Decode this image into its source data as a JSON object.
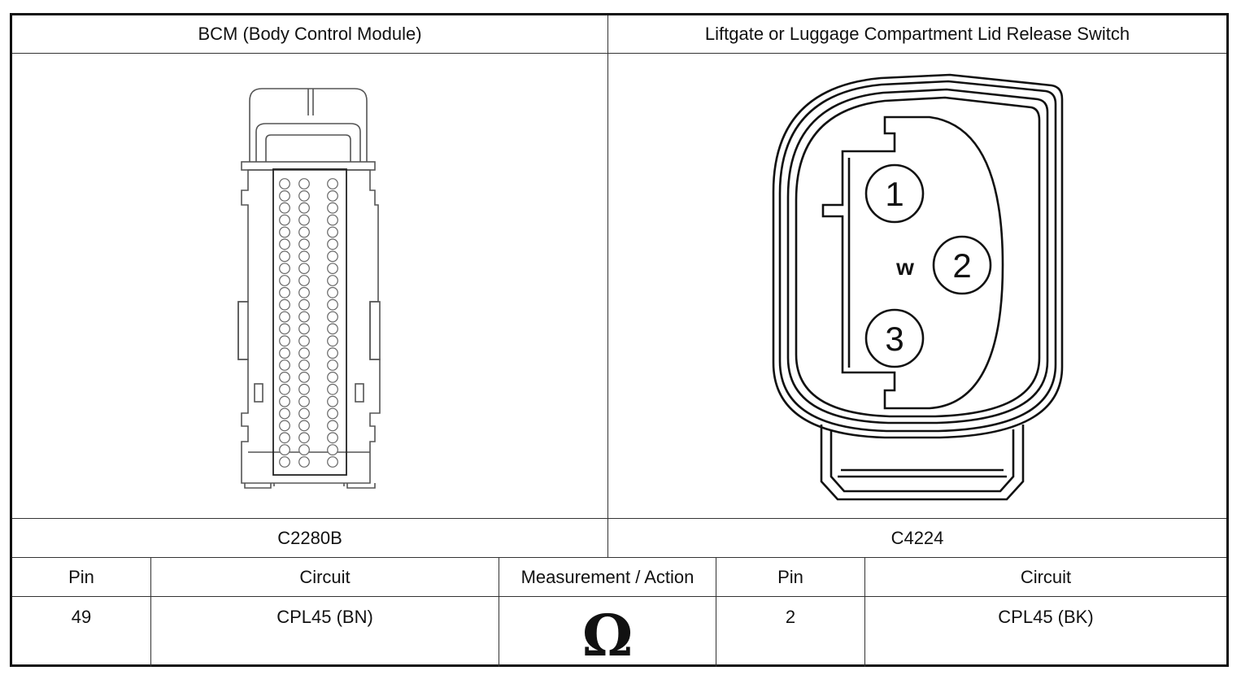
{
  "left": {
    "title": "BCM (Body Control Module)",
    "connector_id": "C2280B",
    "pin_rows": 24,
    "pin_cols": 3
  },
  "right": {
    "title": "Liftgate or Luggage Compartment Lid Release Switch",
    "connector_id": "C4224",
    "pins": [
      "1",
      "2",
      "3"
    ],
    "mark": "w"
  },
  "table": {
    "headers": [
      "Pin",
      "Circuit",
      "Measurement / Action",
      "Pin",
      "Circuit"
    ],
    "row": {
      "pin_a": "49",
      "circuit_a": "CPL45 (BN)",
      "action_symbol": "Ω",
      "pin_b": "2",
      "circuit_b": "CPL45 (BK)"
    }
  }
}
